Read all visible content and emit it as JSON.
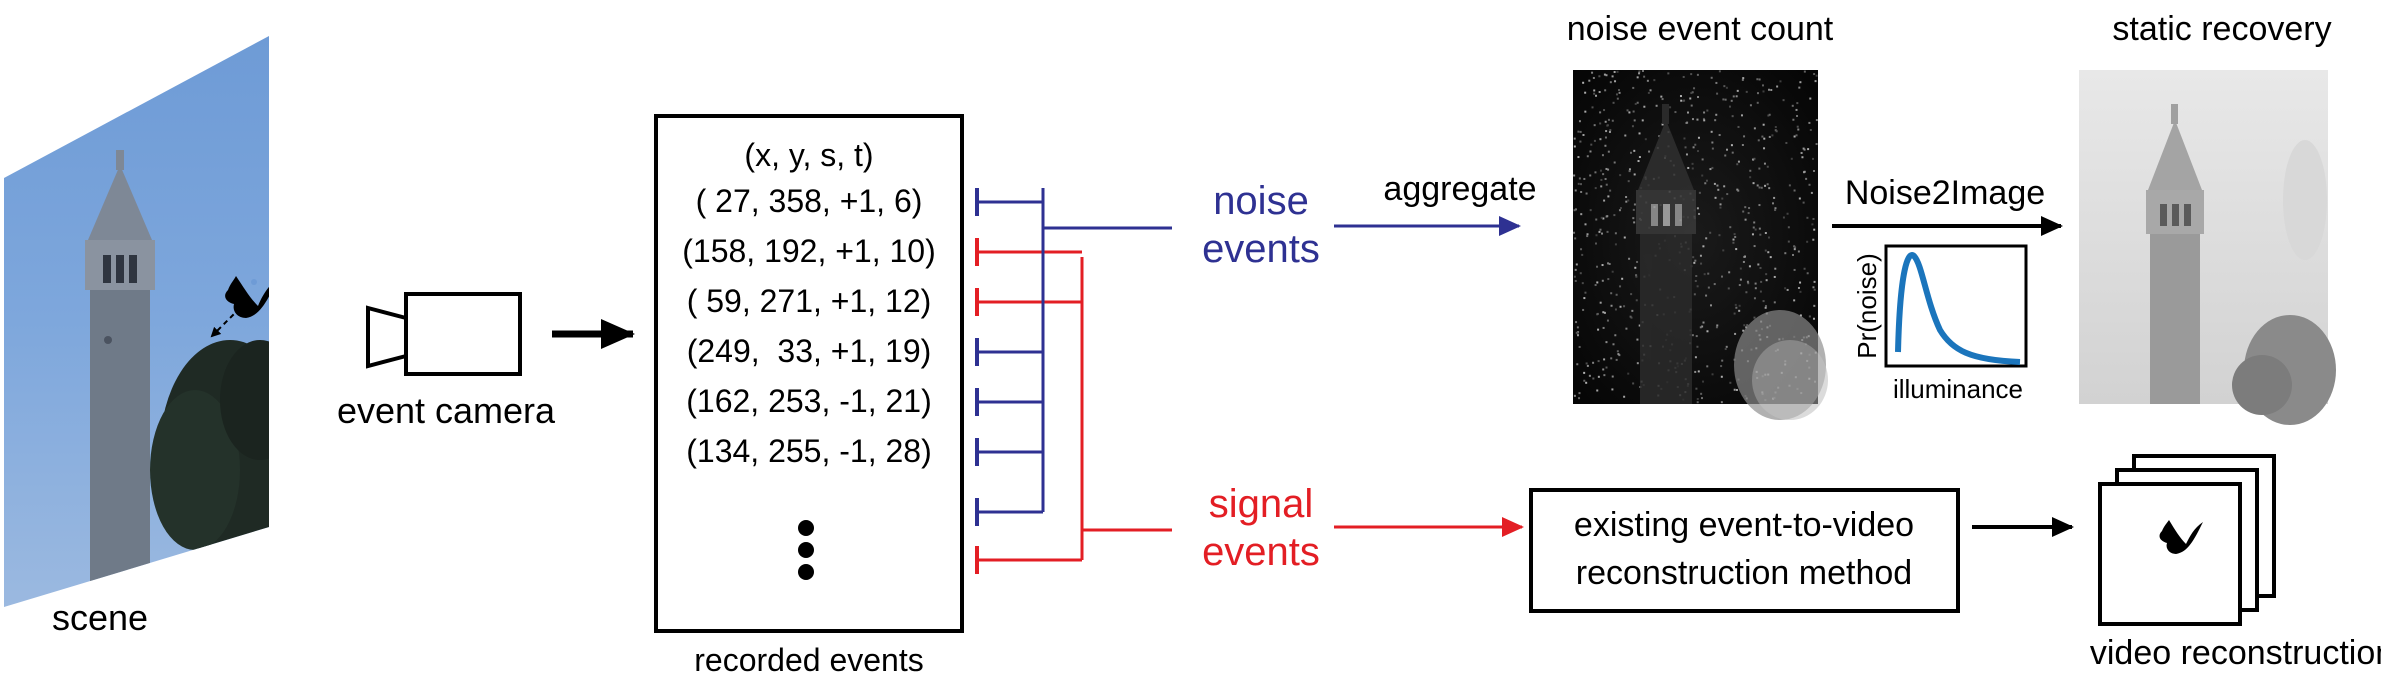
{
  "scene": {
    "label": "scene",
    "camera_label": "event camera"
  },
  "events": {
    "caption": "recorded events",
    "header": "(x, y, s, t)",
    "rows": [
      {
        "text": "( 27, 358, +1, 6)",
        "type": "noise"
      },
      {
        "text": "(158, 192, +1, 10)",
        "type": "signal"
      },
      {
        "text": "( 59, 271, +1, 12)",
        "type": "signal"
      },
      {
        "text": "(249,  33, +1, 19)",
        "type": "noise"
      },
      {
        "text": "(162, 253, -1, 21)",
        "type": "noise"
      },
      {
        "text": "(134, 255, -1, 28)",
        "type": "noise"
      }
    ],
    "extra_ticks": [
      "noise",
      "signal"
    ]
  },
  "noise_branch": {
    "label_line1": "noise",
    "label_line2": "events",
    "aggregate_label": "aggregate",
    "count_title": "noise event count",
    "method_label": "Noise2Image",
    "recovery_title": "static recovery",
    "inset": {
      "ylabel": "Pr(noise)",
      "xlabel": "illuminance"
    }
  },
  "signal_branch": {
    "label_line1": "signal",
    "label_line2": "events",
    "method_line1": "existing event-to-video",
    "method_line2": "reconstruction method",
    "output_caption": "video reconstruction"
  },
  "colors": {
    "noise": "#2e3192",
    "signal": "#e31e24",
    "black": "#000000",
    "curve": "#1b75bc"
  }
}
